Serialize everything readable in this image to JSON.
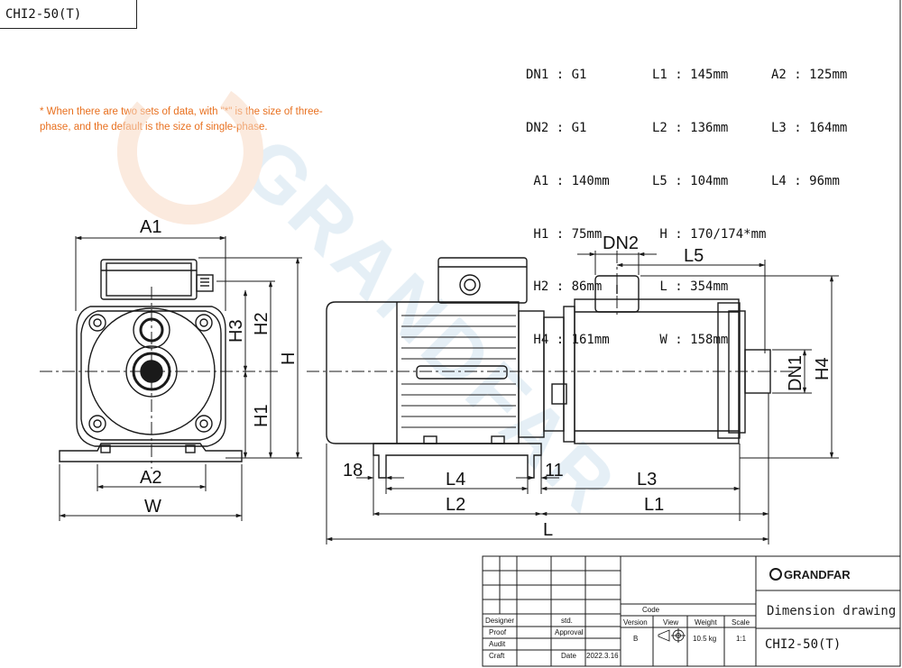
{
  "model": "CHI2-50(T)",
  "note": "* When there are two sets of data, with \"*\" is the size of three-phase, and the default is the size of single-phase.",
  "specs": {
    "col1": [
      {
        "label": "DN1",
        "value": "G1"
      },
      {
        "label": "DN2",
        "value": "G1"
      },
      {
        "label": "A1",
        "value": "140mm"
      },
      {
        "label": "H1",
        "value": "75mm"
      },
      {
        "label": "H2",
        "value": "86mm"
      },
      {
        "label": "H4",
        "value": "161mm"
      }
    ],
    "col2": [
      {
        "label": "L1",
        "value": "145mm"
      },
      {
        "label": "L2",
        "value": "136mm"
      },
      {
        "label": "L5",
        "value": "104mm"
      },
      {
        "label": "H",
        "value": "170/174*mm"
      },
      {
        "label": "L",
        "value": "354mm"
      },
      {
        "label": "W",
        "value": "158mm"
      }
    ],
    "col3": [
      {
        "label": "A2",
        "value": "125mm"
      },
      {
        "label": "L3",
        "value": "164mm"
      },
      {
        "label": "L4",
        "value": "96mm"
      }
    ]
  },
  "dimension_labels": {
    "A1": "A1",
    "A2": "A2",
    "W": "W",
    "H": "H",
    "H1": "H1",
    "H2": "H2",
    "H3": "H3",
    "H4": "H4",
    "DN1": "DN1",
    "DN2": "DN2",
    "L": "L",
    "L1": "L1",
    "L2": "L2",
    "L3": "L3",
    "L4": "L4",
    "L5": "L5",
    "d18": "18",
    "d11": "11"
  },
  "watermark": "GRANDFAR",
  "title_block": {
    "brand": "GRANDFAR",
    "drawing_type": "Dimension drawing",
    "model": "CHI2-50(T)",
    "code_label": "Code",
    "headers": {
      "version": "Version",
      "view": "View",
      "weight": "Weight",
      "scale": "Scale"
    },
    "values": {
      "version": "B",
      "weight": "10.5 kg",
      "scale": "1:1"
    },
    "roles": [
      "Designer",
      "Proof",
      "Audit",
      "Craft"
    ],
    "std": "std.",
    "approval": "Approval",
    "date_label": "Date",
    "date": "2022.3.16"
  },
  "colors": {
    "note": "#e8701f",
    "watermark": "#cfe2ee",
    "line": "#1a1a1a"
  }
}
